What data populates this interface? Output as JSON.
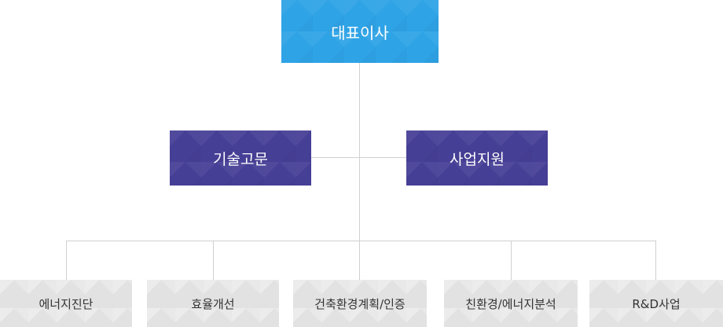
{
  "org_chart": {
    "top": {
      "label": "대표이사"
    },
    "middle": [
      {
        "label": "기술고문"
      },
      {
        "label": "사업지원"
      }
    ],
    "departments": [
      {
        "label": "에너지진단"
      },
      {
        "label": "효율개선"
      },
      {
        "label": "건축환경계획/인증"
      },
      {
        "label": "친환경/에너지분석"
      },
      {
        "label": "R&D사업"
      }
    ]
  },
  "colors": {
    "top_box": "#2ea3e6",
    "middle_box": "#463f96",
    "department_box": "#e2e2e2",
    "connector": "#d0d0d0"
  }
}
